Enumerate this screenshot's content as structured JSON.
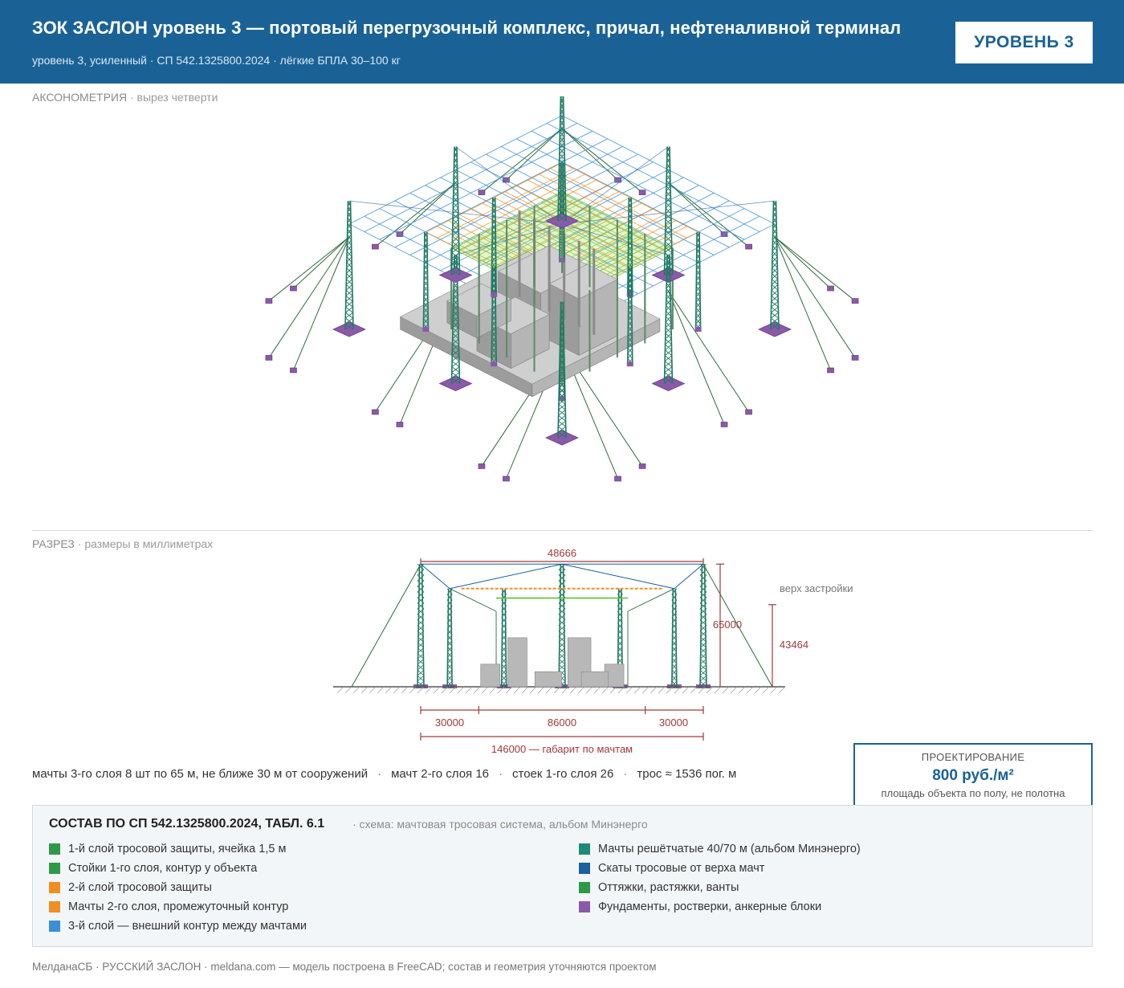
{
  "header": {
    "title": "ЗОК ЗАСЛОН уровень 3 — портовый перегрузочный комплекс, причал, нефтеналивной терминал",
    "subtitle": "уровень 3, усиленный · СП 542.1325800.2024 · лёгкие БПЛА 30–100 кг",
    "badge": "УРОВЕНЬ 3"
  },
  "axonometry": {
    "label": "АКСОНОМЕТРИЯ",
    "caption": " · вырез четверти"
  },
  "section": {
    "label": "РАЗРЕЗ",
    "caption": " · размеры в миллиметрах",
    "dims": {
      "top_span": "48666",
      "height_total": "65000",
      "height_building": "43464",
      "building_note": "верх застройки",
      "left_offset": "30000",
      "center": "86000",
      "right_offset": "30000",
      "overall": "146000 — габарит по мачтам"
    }
  },
  "stats": {
    "item1": "мачты 3-го слоя 8 шт по 65 м, не ближе 30 м от сооружений",
    "item2": "мачт 2-го слоя 16",
    "item3": "стоек 1-го слоя 26",
    "item4": "трос ≈ 1536 пог. м",
    "separator": "·"
  },
  "price": {
    "label": "ПРОЕКТИРОВАНИЕ",
    "value": "800 руб./м²",
    "note": "площадь объекта по полу, не полотна"
  },
  "legend": {
    "title": "СОСТАВ ПО СП 542.1325800.2024, ТАБЛ. 6.1",
    "subtitle": "· схема: мачтовая тросовая система, альбом Минэнерго",
    "items_left": [
      {
        "label": "1-й слой тросовой защиты, ячейка 1,5 м",
        "color": "#2e9a47"
      },
      {
        "label": "Стойки 1-го слоя, контур у объекта",
        "color": "#2e9a47"
      },
      {
        "label": "2-й слой тросовой защиты",
        "color": "#ef8f22"
      },
      {
        "label": "Мачты 2-го слоя, промежуточный контур",
        "color": "#ef8f22"
      },
      {
        "label": "3-й слой — внешний контур между мачтами",
        "color": "#3b8fd6"
      }
    ],
    "items_right": [
      {
        "label": "Мачты решётчатые 40/70 м (альбом Минэнерго)",
        "color": "#1f8a7a"
      },
      {
        "label": "Скаты тросовые от верха мачт",
        "color": "#1a5fa0"
      },
      {
        "label": "Оттяжки, растяжки, ванты",
        "color": "#2e9a47"
      },
      {
        "label": "Фундаменты, ростверки, анкерные блоки",
        "color": "#8a5aa8"
      }
    ]
  },
  "footer": {
    "text": "МелданаСБ · РУССКИЙ ЗАСЛОН · meldana.com — модель построена в FreeCAD; состав и геометрия уточняются проектом"
  }
}
